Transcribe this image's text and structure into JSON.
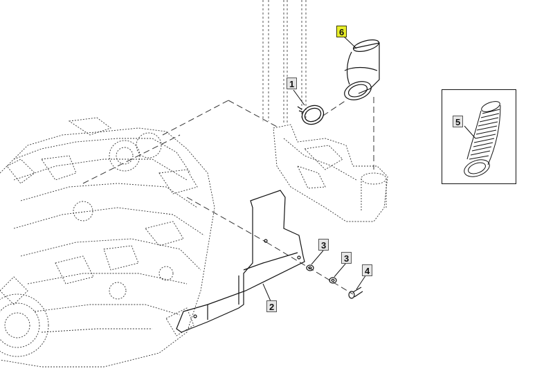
{
  "diagram": {
    "callouts": [
      {
        "id": "part-6",
        "label": "6",
        "highlighted": true
      },
      {
        "id": "part-1",
        "label": "1",
        "highlighted": false
      },
      {
        "id": "part-2",
        "label": "2",
        "highlighted": false
      },
      {
        "id": "part-3a",
        "label": "3",
        "highlighted": false
      },
      {
        "id": "part-3b",
        "label": "3",
        "highlighted": false
      },
      {
        "id": "part-4",
        "label": "4",
        "highlighted": false
      },
      {
        "id": "part-5",
        "label": "5",
        "highlighted": false
      }
    ],
    "highlight_color": "#e8ee2a",
    "line_color": "#222222"
  }
}
